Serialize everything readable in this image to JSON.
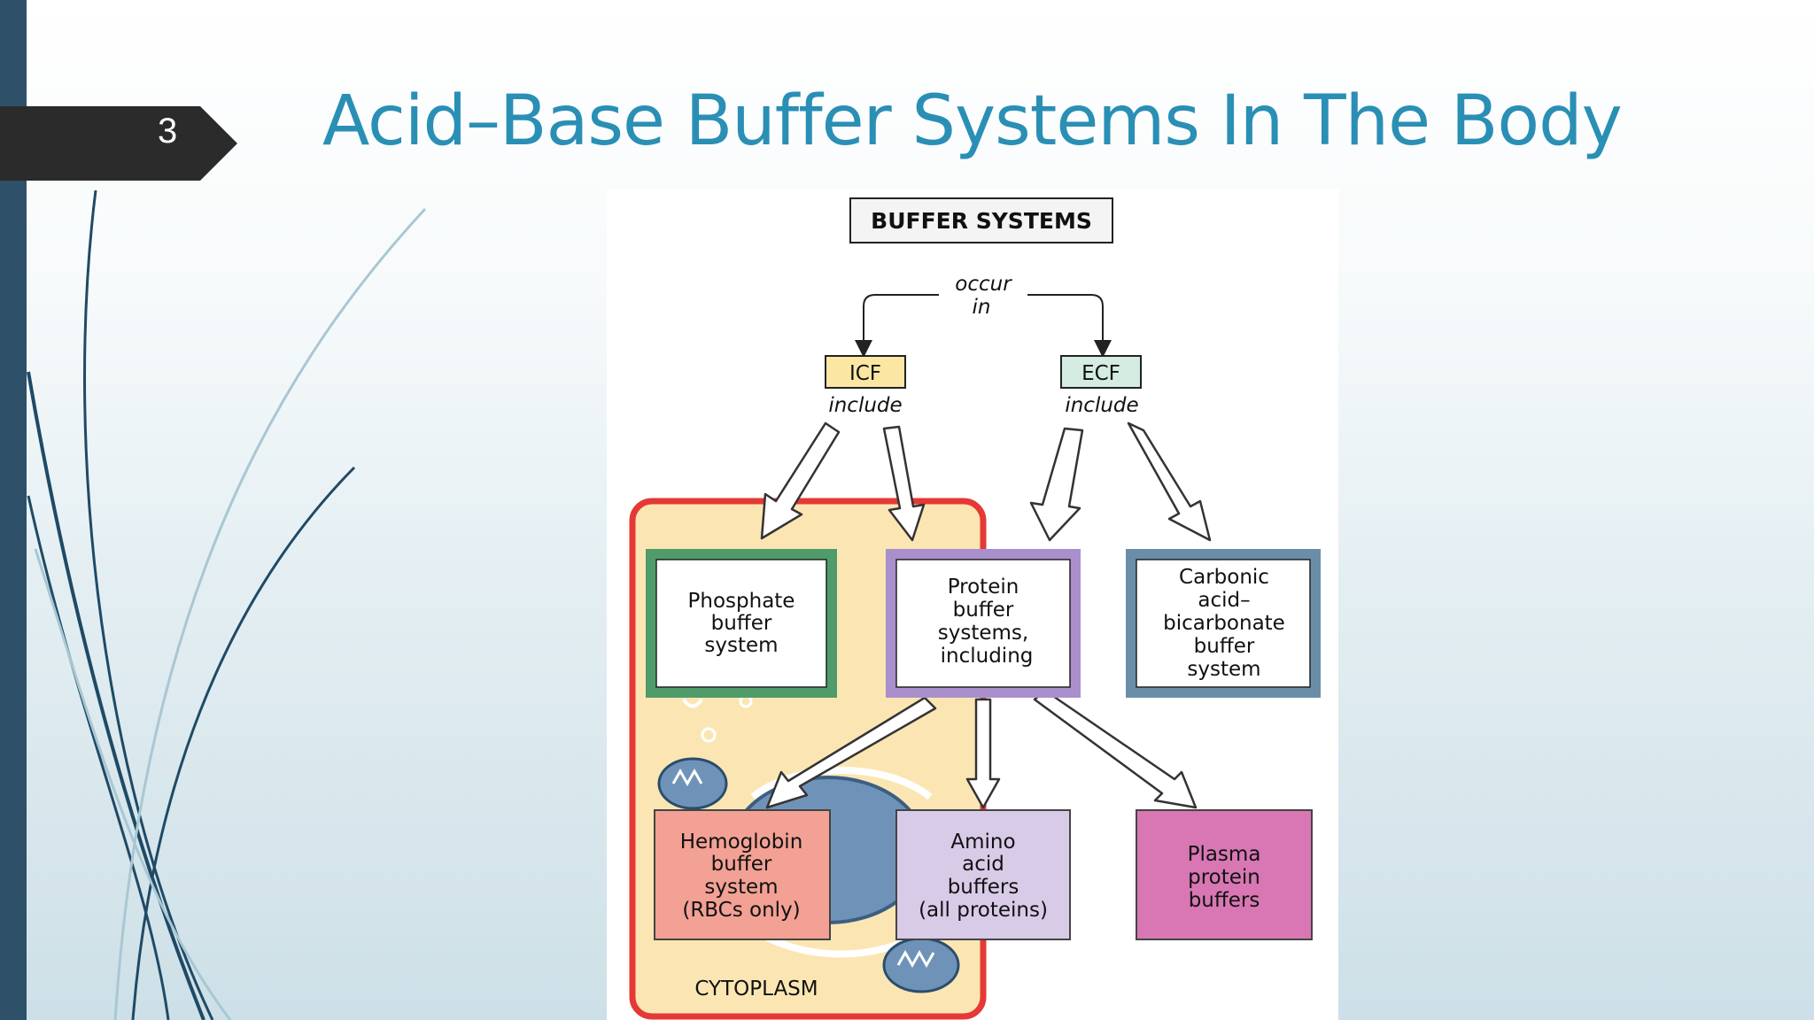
{
  "slide": {
    "number": "3",
    "title": "Acid–Base Buffer Systems In The Body"
  },
  "diagram": {
    "root": "BUFFER SYSTEMS",
    "occur_in": [
      "occur",
      "in"
    ],
    "icf": "ICF",
    "ecf": "ECF",
    "include": "include",
    "phosphate": [
      "Phosphate",
      "buffer",
      "system"
    ],
    "protein": [
      "Protein",
      "buffer",
      "systems,",
      "including"
    ],
    "carbonic": [
      "Carbonic",
      "acid–",
      "bicarbonate",
      "buffer",
      "system"
    ],
    "hemoglobin": [
      "Hemoglobin",
      "buffer",
      "system",
      "(RBCs only)"
    ],
    "amino": [
      "Amino",
      "acid",
      "buffers",
      "(all proteins)"
    ],
    "plasma": [
      "Plasma",
      "protein",
      "buffers"
    ],
    "cytoplasm": "CYTOPLASM"
  },
  "colors": {
    "title": "#2a8fb5",
    "left_bar": "#2e5068",
    "tab": "#2b2b2b",
    "cytoplasm_border": "#e53935",
    "cytoplasm_fill": "#fbe6b3",
    "icf_fill": "#fbe7a3",
    "ecf_fill": "#d4ece2",
    "phosphate_border": "#4f9c6a",
    "protein_border": "#a98fcb",
    "carbonic_border": "#6b8ea8",
    "hemoglobin_fill": "#f2a194",
    "amino_fill": "#d8cbe8",
    "plasma_fill": "#d877b4"
  }
}
